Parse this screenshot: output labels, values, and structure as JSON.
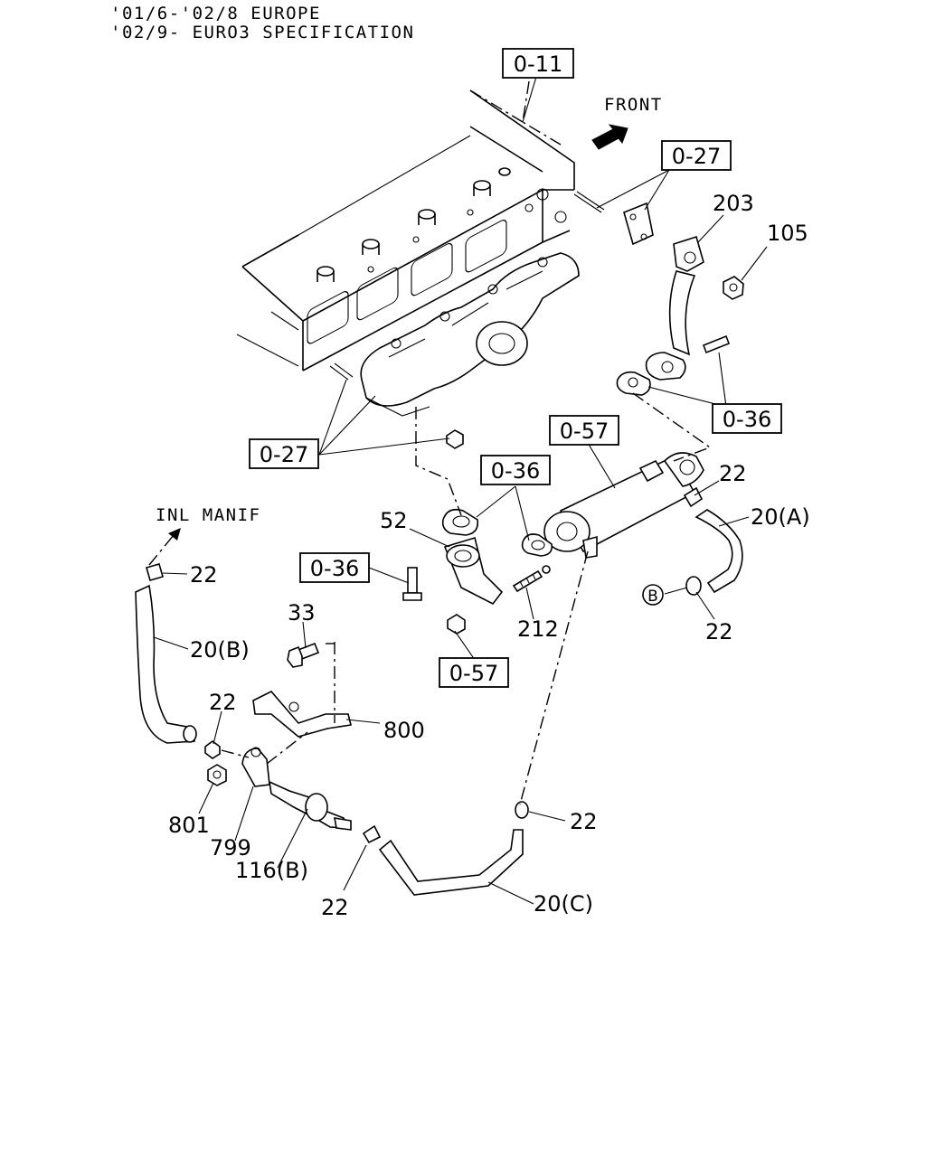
{
  "header": {
    "line1": "'01/6-'02/8 EUROPE",
    "line2": "'02/9- EURO3 SPECIFICATION"
  },
  "refs": {
    "r011": "0-11",
    "r027_top": "0-27",
    "r027_left": "0-27",
    "r036_right": "0-36",
    "r057_top": "0-57",
    "r036_mid": "0-36",
    "r036_left": "0-36",
    "r057_bottom": "0-57"
  },
  "direction": {
    "front": "FRONT",
    "inl_manif": "INL MANIF"
  },
  "callouts": {
    "p203": "203",
    "p105": "105",
    "p22_a": "22",
    "p20a": "20(A)",
    "b_marker": "B",
    "p22_b": "22",
    "p52": "52",
    "p212": "212",
    "p22_c": "22",
    "p20b": "20(B)",
    "p33": "33",
    "p22_d": "22",
    "p800": "800",
    "p801": "801",
    "p799": "799",
    "p116b": "116(B)",
    "p22_e": "22",
    "p22_f": "22",
    "p20c": "20(C)"
  }
}
